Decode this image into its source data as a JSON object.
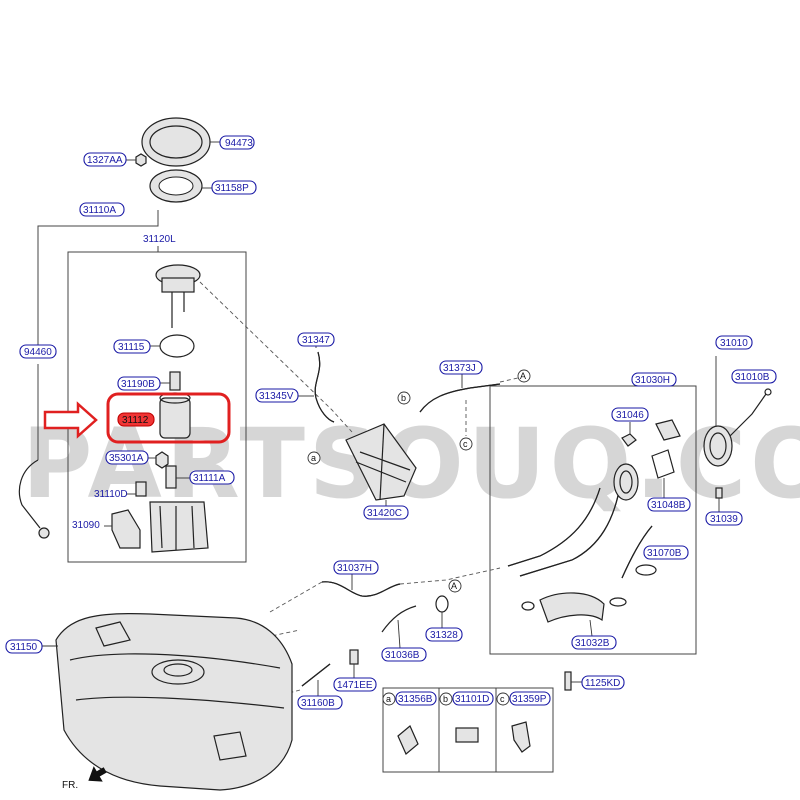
{
  "watermark": "PARTSOUQ.COM",
  "highlight_color": "#e02020",
  "labels": {
    "p94473": "94473",
    "p1327AA": "1327AA",
    "p31158P": "31158P",
    "p31110A": "31110A",
    "p31120L": "31120L",
    "p94460": "94460",
    "p31115": "31115",
    "p31190B": "31190B",
    "p31112": "31112",
    "p35301A": "35301A",
    "p31111A": "31111A",
    "p31110D": "31110D",
    "p31090": "31090",
    "p31347": "31347",
    "p31345V": "31345V",
    "p31373J": "31373J",
    "p31420C": "31420C",
    "p31010": "31010",
    "p31010B": "31010B",
    "p31030H": "31030H",
    "p31046": "31046",
    "p31048B": "31048B",
    "p31039": "31039",
    "p31070B": "31070B",
    "p31037H": "31037H",
    "p31328": "31328",
    "p31036B": "31036B",
    "p31032B": "31032B",
    "p1125KD": "1125KD",
    "p31150": "31150",
    "p1471EE": "1471EE",
    "p31160B": "31160B",
    "p31356B": "31356B",
    "p31101D": "31101D",
    "p31359P": "31359P"
  },
  "refs": {
    "a": "a",
    "b": "b",
    "c": "c",
    "A": "A"
  },
  "orientation": "FR."
}
